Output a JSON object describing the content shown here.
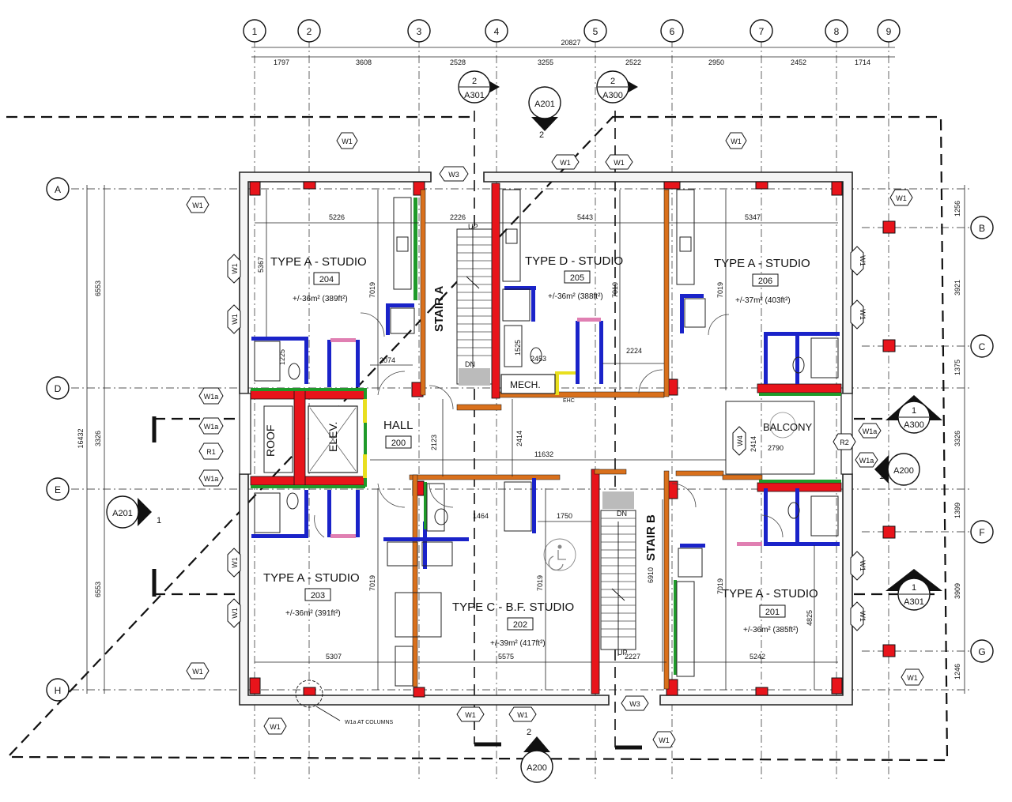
{
  "grid_columns": [
    "1",
    "2",
    "3",
    "4",
    "5",
    "6",
    "7",
    "8",
    "9"
  ],
  "grid_rows": [
    "A",
    "B",
    "C",
    "D",
    "E",
    "F",
    "G",
    "H"
  ],
  "top_overall_dimension": "20827",
  "top_dimensions": [
    "1797",
    "3608",
    "2528",
    "3255",
    "2522",
    "2950",
    "2452",
    "1714"
  ],
  "left_dimensions": {
    "d1": "6553",
    "d2": "3326",
    "d3": "6553",
    "total": "16432"
  },
  "right_dimensions": [
    "1256",
    "3921",
    "1375",
    "3326",
    "1399",
    "3909",
    "1246"
  ],
  "section_markers": {
    "top_left": {
      "num": "2",
      "sheet": "A301"
    },
    "top_mid": {
      "num": "2",
      "sheet": "A300"
    },
    "top_elev": {
      "num": "2",
      "sheet": "A201"
    },
    "right_upper": {
      "num": "1",
      "sheet": "A300"
    },
    "right_elev": {
      "num": "1",
      "sheet": "A200"
    },
    "right_lower": {
      "num": "1",
      "sheet": "A301"
    },
    "left_elev": {
      "num": "1",
      "sheet": "A201"
    },
    "bottom_elev": {
      "num": "2",
      "sheet": "A200"
    }
  },
  "units": [
    {
      "name": "TYPE A - STUDIO",
      "number": "204",
      "area": "+/-36m² (389ft²)"
    },
    {
      "name": "TYPE D - STUDIO",
      "number": "205",
      "area": "+/-36m² (388ft²)"
    },
    {
      "name": "TYPE A - STUDIO",
      "number": "206",
      "area": "+/-37m² (403ft²)"
    },
    {
      "name": "TYPE A - STUDIO",
      "number": "203",
      "area": "+/-36m² (391ft²)"
    },
    {
      "name": "TYPE C - B.F. STUDIO",
      "number": "202",
      "area": "+/-39m² (417ft²)"
    },
    {
      "name": "TYPE A - STUDIO",
      "number": "201",
      "area": "+/-36m² (385ft²)"
    }
  ],
  "hall": {
    "name": "HALL",
    "number": "200"
  },
  "labels": {
    "stair_a": "STAIR A",
    "stair_b": "STAIR B",
    "mech": "MECH.",
    "elev": "ELEV.",
    "roof": "ROOF",
    "balcony": "BALCONY",
    "ehc": "EHC",
    "up": "UP",
    "dn": "DN",
    "w1a_at_columns": "W1a AT COLUMNS"
  },
  "wall_tags": {
    "w1": "W1",
    "w1a": "W1a",
    "w3": "W3",
    "w4": "W4",
    "r1": "R1",
    "r2": "R2"
  },
  "interior_dimensions": {
    "d5226": "5226",
    "d2226": "2226",
    "d5443": "5443",
    "d5347": "5347",
    "d5367": "5367",
    "d7019": "7019",
    "d1225": "1225",
    "d2074": "2074",
    "d1525": "1525",
    "d2453": "2453",
    "d2224": "2224",
    "d2123": "2123",
    "d2414": "2414",
    "d11632": "11632",
    "d2790": "2790",
    "d1750": "1750",
    "d1464": "1464",
    "d6910": "6910",
    "d4825": "4825",
    "d5307": "5307",
    "d5575": "5575",
    "d2227": "2227",
    "d5242": "5242"
  },
  "colors": {
    "red": "#e8141b",
    "orange": "#d9701c",
    "blue": "#1a23c9",
    "green": "#1f9a2a",
    "pink": "#e07fb2",
    "yellow": "#e9df1f"
  }
}
